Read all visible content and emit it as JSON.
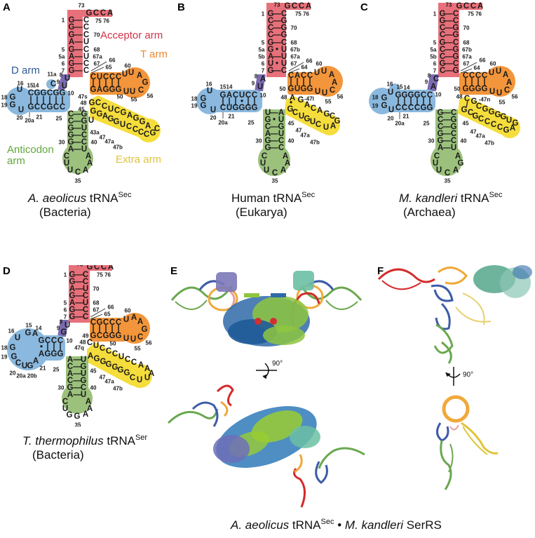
{
  "figure": {
    "colors": {
      "acceptor": "#e8707a",
      "t_arm": "#f3953a",
      "d_arm": "#8ab8de",
      "linker_8_9": "#7b6bb0",
      "anticodon": "#9bc17c",
      "extra": "#f5dd3c",
      "acceptor_label": "#d2334a",
      "t_label": "#ee8a2e",
      "d_label": "#2f5a95",
      "anticodon_label": "#5fa83b",
      "extra_label": "#e0c43a"
    },
    "arm_labels": {
      "acceptor": "Acceptor arm",
      "t": "T arm",
      "d": "D arm",
      "anticodon": "Anticodon arm",
      "anticodon_line1": "Anticodon",
      "anticodon_line2": "arm",
      "extra": "Extra arm"
    },
    "panels": [
      {
        "letter": "A",
        "organism": "A. aeolicus",
        "trna": "tRNA",
        "superscript": "Sec",
        "domain": "(Bacteria)",
        "acceptor": {
          "tail_5": "GCCA",
          "tail_label_73": "73",
          "tail_labels": [
            "75",
            "76"
          ],
          "pairs": [
            [
              "G",
              "C"
            ],
            [
              "G",
              "C"
            ],
            [
              "G",
              "C"
            ],
            [
              "A",
              "U"
            ],
            [
              "G",
              "C"
            ],
            [
              "A",
              "U"
            ],
            [
              "G",
              "C"
            ],
            [
              "G",
              "C"
            ]
          ],
          "pair_types": [
            "-",
            "-",
            "-",
            "-",
            "-",
            "-",
            "-",
            "-"
          ],
          "left_numbers": [
            "1",
            "",
            "",
            "",
            "5",
            "5a",
            "6",
            "7"
          ],
          "right_numbers": [
            "",
            "",
            "70",
            "",
            "68",
            "67a",
            "67",
            ""
          ]
        },
        "linker": [
          "U",
          "U"
        ],
        "linker_numbers": [
          "8",
          "9"
        ],
        "d_arm": {
          "top": "CGGCGG",
          "bottom": "GCCGCC",
          "loop": [
            "U",
            "G",
            "G",
            "U"
          ],
          "bulge": "C",
          "bulge_label": "11a",
          "numbers": [
            "16",
            "15",
            "14",
            "10",
            "18",
            "19",
            "20",
            "20a",
            "21",
            "25"
          ]
        },
        "t_arm": {
          "top": "CUCCC",
          "bottom": "GAGGG",
          "loop": [
            "U",
            "U",
            "A",
            "G",
            "C",
            "U",
            "U"
          ],
          "numbers": [
            "66",
            "65",
            "60",
            "56",
            "55",
            "50"
          ]
        },
        "anticodon": {
          "pairs": [
            [
              "C",
              "G"
            ],
            [
              "C",
              "G"
            ],
            [
              "G",
              "U"
            ],
            [
              "G",
              "C"
            ],
            [
              "G",
              "C"
            ],
            [
              "A",
              "U"
            ]
          ],
          "loop": [
            "C",
            "U",
            "U",
            "C",
            "A",
            "A",
            "A"
          ],
          "numbers": [
            "30",
            "40",
            "35",
            "43a"
          ]
        },
        "extra_arm": {
          "strand1": "GCCUCGAGGG",
          "strand2": "GGAGGUCCCC",
          "loop": [
            "A",
            "A",
            "C",
            "G"
          ],
          "numbers": [
            "47s",
            "48",
            "45",
            "47",
            "47a",
            "47b"
          ]
        }
      },
      {
        "letter": "B",
        "organism": "Human",
        "trna": "tRNA",
        "superscript": "Sec",
        "domain": "(Eukarya)",
        "acceptor": {
          "tail_5": "GCCA",
          "tail_label_73": "73",
          "tail_labels": [
            "75",
            "76"
          ],
          "pairs": [
            [
              "G",
              "C"
            ],
            [
              "C",
              "G"
            ],
            [
              "C",
              "G"
            ],
            [
              "C",
              "G"
            ],
            [
              "G",
              "C"
            ],
            [
              "G",
              "U"
            ],
            [
              "A",
              "U"
            ],
            [
              "U",
              "U"
            ],
            [
              "G",
              "C"
            ]
          ],
          "pair_types": [
            "-",
            "-",
            "-",
            "-",
            "-",
            "•",
            "-",
            "•",
            "-"
          ],
          "left_numbers": [
            "1",
            "",
            "",
            "",
            "5",
            "5a",
            "5b",
            "6",
            "7"
          ],
          "right_numbers": [
            "",
            "",
            "70",
            "",
            "68",
            "67b",
            "67a",
            "67",
            ""
          ]
        },
        "linker": [
          "A",
          "U"
        ],
        "linker_numbers": [
          "8",
          "9"
        ],
        "d_arm": {
          "top": "GACUCC",
          "bottom": "CUGGGG",
          "loop": [
            "U",
            "G",
            "G",
            "U"
          ],
          "numbers": [
            "16",
            "15",
            "14",
            "10",
            "18",
            "19",
            "20",
            "20a",
            "21",
            "25"
          ]
        },
        "t_arm": {
          "top": "CACC",
          "bottom": "GUGG",
          "loop": [
            "U",
            "U",
            "A",
            "A",
            "C",
            "U",
            "U"
          ],
          "numbers": [
            "66",
            "64",
            "60",
            "56",
            "55",
            "50"
          ]
        },
        "anticodon": {
          "pairs": [
            [
              "U",
              "A"
            ],
            [
              "G",
              "U"
            ],
            [
              "C",
              "G"
            ],
            [
              "A",
              "U"
            ],
            [
              "G",
              "C"
            ],
            [
              "G",
              "C"
            ]
          ],
          "loop": [
            "C",
            "U",
            "U",
            "C",
            "A",
            "A",
            "A"
          ],
          "numbers": [
            "30",
            "40",
            "35"
          ]
        },
        "extra_arm": {
          "strand1": "AGACAGC",
          "strand2": "GCUGUCU",
          "loop": [
            "G",
            "A"
          ],
          "numbers": [
            "48",
            "47l",
            "45",
            "47",
            "47a",
            "47b"
          ]
        }
      },
      {
        "letter": "C",
        "organism": "M. kandleri",
        "trna": "tRNA",
        "superscript": "Sec",
        "domain": "(Archaea)",
        "acceptor": {
          "tail_5": "GCCA",
          "tail_label_73": "73",
          "tail_labels": [
            "75",
            "76"
          ],
          "pairs": [
            [
              "G",
              "C"
            ],
            [
              "G",
              "C"
            ],
            [
              "C",
              "G"
            ],
            [
              "C",
              "G"
            ],
            [
              "G",
              "C"
            ],
            [
              "C",
              "G"
            ],
            [
              "C",
              "G"
            ],
            [
              "G",
              "C"
            ],
            [
              "C",
              "G"
            ]
          ],
          "pair_types": [
            "-",
            "-",
            "-",
            "-",
            "-",
            "-",
            "-",
            "-",
            "-"
          ],
          "left_numbers": [
            "1",
            "",
            "",
            "",
            "5",
            "5a",
            "5b",
            "6",
            "7"
          ],
          "right_numbers": [
            "",
            "",
            "70",
            "",
            "68",
            "67b",
            "67a",
            "67",
            ""
          ]
        },
        "linker": [
          "C",
          "A"
        ],
        "linker_numbers": [
          "8",
          "9"
        ],
        "d_arm": {
          "top": "GGGGCC",
          "bottom": "CCCCGG",
          "loop": [
            "U",
            "G",
            "G",
            "U"
          ],
          "numbers": [
            "16",
            "15",
            "14",
            "10",
            "18",
            "19",
            "20",
            "20a",
            "21",
            "25"
          ]
        },
        "t_arm": {
          "top": "CCCC",
          "bottom": "GGGG",
          "loop": [
            "U",
            "U",
            "A",
            "A",
            "C",
            "U",
            "U"
          ],
          "numbers": [
            "66",
            "64",
            "60",
            "56",
            "55",
            "50"
          ]
        },
        "anticodon": {
          "pairs": [
            [
              "G",
              "C"
            ],
            [
              "C",
              "G"
            ],
            [
              "C",
              "G"
            ],
            [
              "G",
              "C"
            ],
            [
              "G",
              "C"
            ],
            [
              "A",
              "U"
            ]
          ],
          "loop": [
            "C",
            "U",
            "U",
            "C",
            "A",
            "G",
            "A"
          ],
          "numbers": [
            "30",
            "40",
            "35"
          ]
        },
        "extra_arm": {
          "strand1": "CGCGGGGGU",
          "strand2": "GCGCCCCCG",
          "loop": [
            "G",
            "A"
          ],
          "numbers": [
            "48",
            "47n",
            "45",
            "47",
            "47a",
            "47b"
          ]
        }
      },
      {
        "letter": "D",
        "organism": "T. thermophilus",
        "trna": "tRNA",
        "superscript": "Ser",
        "domain": "(Bacteria)",
        "acceptor": {
          "tail_5": "GCCA",
          "tail_label_73": "73",
          "tail_labels": [
            "75",
            "76"
          ],
          "pairs": [
            [
              "G",
              "C"
            ],
            [
              "G",
              "C"
            ],
            [
              "A",
              "U"
            ],
            [
              "G",
              "C"
            ],
            [
              "A",
              "U"
            ],
            [
              "G",
              "C"
            ],
            [
              "G",
              "C"
            ]
          ],
          "pair_types": [
            "-",
            "-",
            "-",
            "-",
            "-",
            "-",
            "-"
          ],
          "left_numbers": [
            "1",
            "",
            "",
            "",
            "5",
            "6",
            "7"
          ],
          "right_numbers": [
            "",
            "",
            "70",
            "",
            "68",
            "67",
            ""
          ]
        },
        "linker": [
          "U",
          "G"
        ],
        "linker_numbers": [
          "8",
          "9"
        ],
        "d_arm": {
          "top": "GCCC",
          "bottom": "AGGG",
          "loop": [
            "G",
            "A",
            "U",
            "G",
            "G",
            "C",
            "U",
            "G",
            "A"
          ],
          "numbers": [
            "15",
            "14",
            "16",
            "10",
            "18",
            "19",
            "20",
            "20a",
            "20b",
            "21",
            "25"
          ]
        },
        "t_arm": {
          "top": "CGCCC",
          "bottom": "GCGGG",
          "loop": [
            "U",
            "A",
            "A",
            "G",
            "C",
            "U",
            "U"
          ],
          "numbers": [
            "66",
            "65",
            "60",
            "56",
            "55",
            "50",
            "49"
          ]
        },
        "anticodon": {
          "pairs": [
            [
              "A",
              "U"
            ],
            [
              "C",
              "G"
            ],
            [
              "A",
              "U"
            ],
            [
              "C",
              "G"
            ],
            [
              "G",
              "C"
            ],
            [
              "A",
              "U"
            ]
          ],
          "loop": [
            "C",
            "U",
            "G",
            "G",
            "A",
            "A",
            "A"
          ],
          "numbers": [
            "30",
            "40",
            "35"
          ]
        },
        "extra_arm": {
          "strand1": "UCCCUCCAA",
          "strand2": "AGGGGGGCUU",
          "loop": [
            "A",
            "A"
          ],
          "numbers": [
            "48",
            "47q",
            "45",
            "47",
            "47a",
            "47b"
          ]
        }
      }
    ],
    "panel_E": {
      "letter": "E",
      "rotation_label": "90°",
      "caption_left": "A. aeolicus",
      "caption_trna": "tRNA",
      "caption_sup": "Sec",
      "caption_bullet": "•",
      "caption_right_italic": "M. kandleri",
      "caption_right": "SerRS"
    },
    "panel_F": {
      "letter": "F",
      "rotation_label": "90°"
    }
  }
}
